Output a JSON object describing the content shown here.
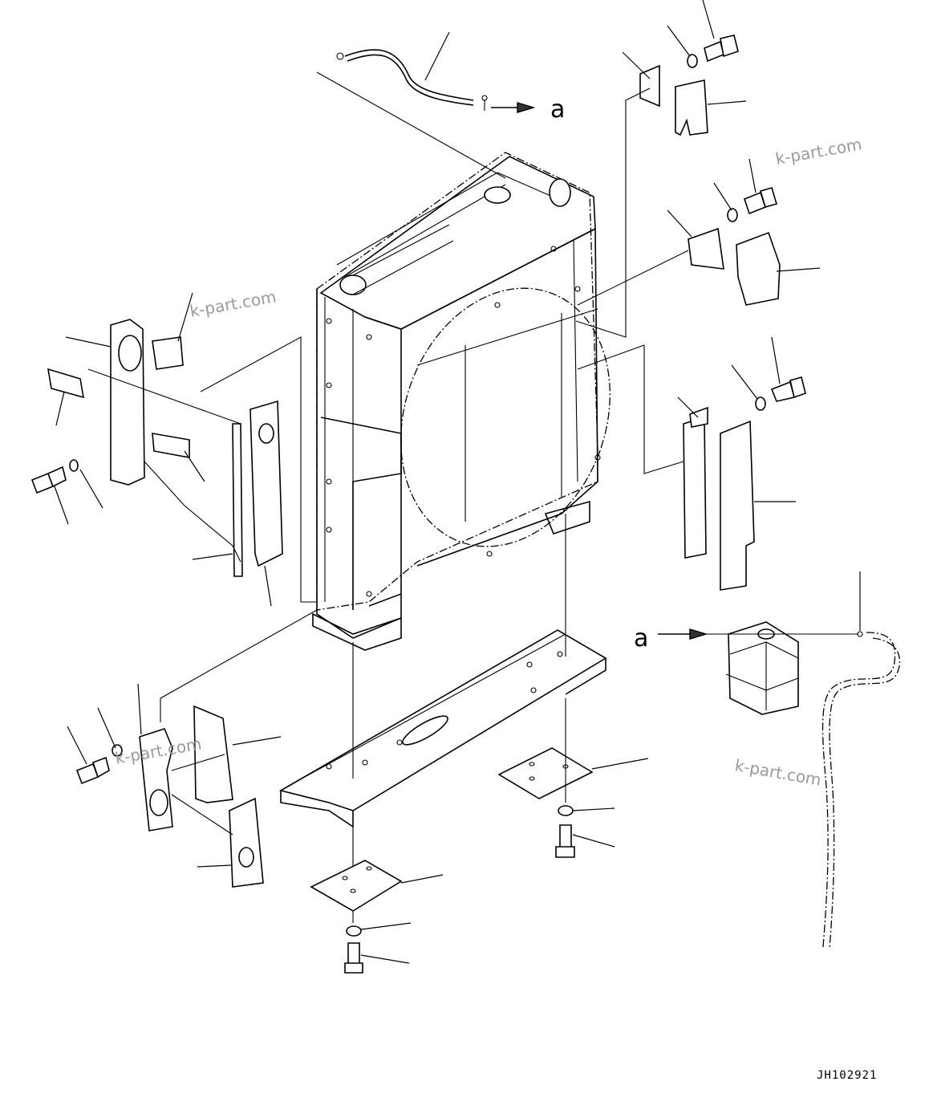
{
  "drawing": {
    "watermark_text": "k-part.com",
    "ref_label_a": "a",
    "drawing_code": "JH102921"
  }
}
